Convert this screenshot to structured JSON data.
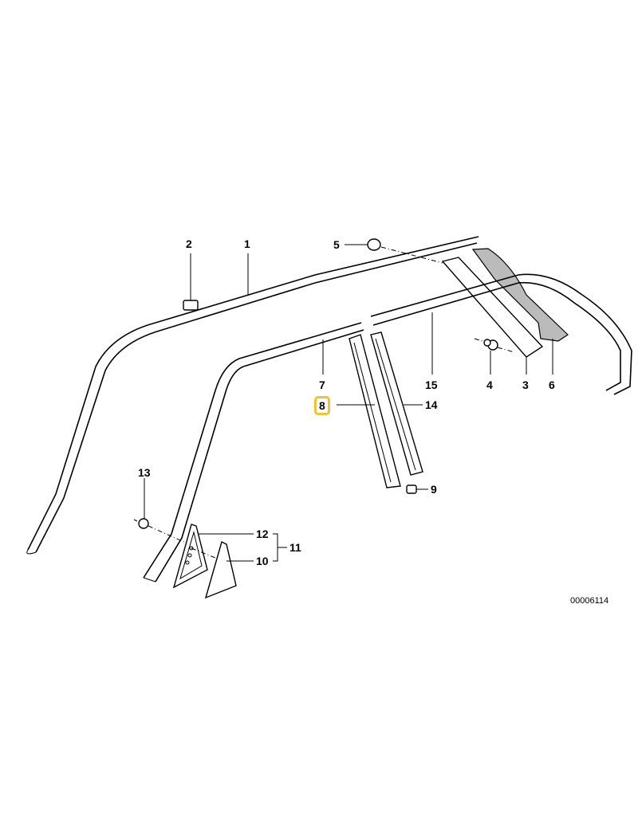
{
  "diagram": {
    "catalog_number": "00006114",
    "highlight_color": "#f2c230",
    "highlighted_part": "8",
    "callouts": [
      {
        "id": "1",
        "label": "1"
      },
      {
        "id": "2",
        "label": "2"
      },
      {
        "id": "3",
        "label": "3"
      },
      {
        "id": "4",
        "label": "4"
      },
      {
        "id": "5",
        "label": "5"
      },
      {
        "id": "6",
        "label": "6"
      },
      {
        "id": "7",
        "label": "7"
      },
      {
        "id": "8",
        "label": "8"
      },
      {
        "id": "9",
        "label": "9"
      },
      {
        "id": "10",
        "label": "10"
      },
      {
        "id": "11",
        "label": "11"
      },
      {
        "id": "12",
        "label": "12"
      },
      {
        "id": "13",
        "label": "13"
      },
      {
        "id": "14",
        "label": "14"
      },
      {
        "id": "15",
        "label": "15"
      }
    ]
  }
}
